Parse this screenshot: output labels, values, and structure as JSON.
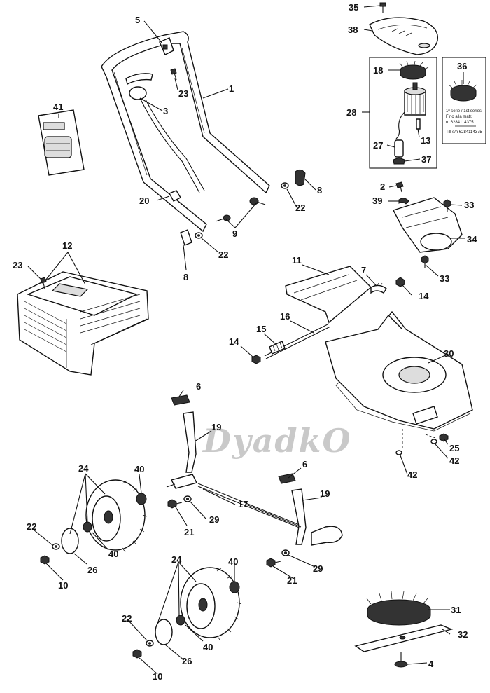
{
  "watermark": "DyadkO",
  "inset_note": {
    "line1": "1ª serie / 1st series",
    "line2": "Fino alla matr.",
    "line3": "n. 6284114375",
    "line4": "Till s/n 6284114375"
  },
  "callouts": [
    {
      "id": "c35",
      "text": "35"
    },
    {
      "id": "c38",
      "text": "38"
    },
    {
      "id": "c5",
      "text": "5"
    },
    {
      "id": "c1",
      "text": "1"
    },
    {
      "id": "c23a",
      "text": "23"
    },
    {
      "id": "c3",
      "text": "3"
    },
    {
      "id": "c41",
      "text": "41"
    },
    {
      "id": "c18",
      "text": "18"
    },
    {
      "id": "c28",
      "text": "28"
    },
    {
      "id": "c13",
      "text": "13"
    },
    {
      "id": "c27",
      "text": "27"
    },
    {
      "id": "c37",
      "text": "37"
    },
    {
      "id": "c36",
      "text": "36"
    },
    {
      "id": "c8a",
      "text": "8"
    },
    {
      "id": "c22a",
      "text": "22"
    },
    {
      "id": "c20",
      "text": "20"
    },
    {
      "id": "c9",
      "text": "9"
    },
    {
      "id": "c22b",
      "text": "22"
    },
    {
      "id": "c8b",
      "text": "8"
    },
    {
      "id": "c2",
      "text": "2"
    },
    {
      "id": "c39",
      "text": "39"
    },
    {
      "id": "c33a",
      "text": "33"
    },
    {
      "id": "c34",
      "text": "34"
    },
    {
      "id": "c33b",
      "text": "33"
    },
    {
      "id": "c12",
      "text": "12"
    },
    {
      "id": "c23b",
      "text": "23"
    },
    {
      "id": "c11",
      "text": "11"
    },
    {
      "id": "c7",
      "text": "7"
    },
    {
      "id": "c14a",
      "text": "14"
    },
    {
      "id": "c16",
      "text": "16"
    },
    {
      "id": "c15",
      "text": "15"
    },
    {
      "id": "c14b",
      "text": "14"
    },
    {
      "id": "c30",
      "text": "30"
    },
    {
      "id": "c6a",
      "text": "6"
    },
    {
      "id": "c19a",
      "text": "19"
    },
    {
      "id": "c25",
      "text": "25"
    },
    {
      "id": "c42a",
      "text": "42"
    },
    {
      "id": "c42b",
      "text": "42"
    },
    {
      "id": "c24a",
      "text": "24"
    },
    {
      "id": "c40a",
      "text": "40"
    },
    {
      "id": "c6b",
      "text": "6"
    },
    {
      "id": "c17",
      "text": "17"
    },
    {
      "id": "c19b",
      "text": "19"
    },
    {
      "id": "c21a",
      "text": "21"
    },
    {
      "id": "c29a",
      "text": "29"
    },
    {
      "id": "c22c",
      "text": "22"
    },
    {
      "id": "c40b",
      "text": "40"
    },
    {
      "id": "c26a",
      "text": "26"
    },
    {
      "id": "c10a",
      "text": "10"
    },
    {
      "id": "c29b",
      "text": "29"
    },
    {
      "id": "c21b",
      "text": "21"
    },
    {
      "id": "c24b",
      "text": "24"
    },
    {
      "id": "c40c",
      "text": "40"
    },
    {
      "id": "c31",
      "text": "31"
    },
    {
      "id": "c22d",
      "text": "22"
    },
    {
      "id": "c32",
      "text": "32"
    },
    {
      "id": "c40d",
      "text": "40"
    },
    {
      "id": "c26b",
      "text": "26"
    },
    {
      "id": "c4",
      "text": "4"
    },
    {
      "id": "c10b",
      "text": "10"
    }
  ]
}
